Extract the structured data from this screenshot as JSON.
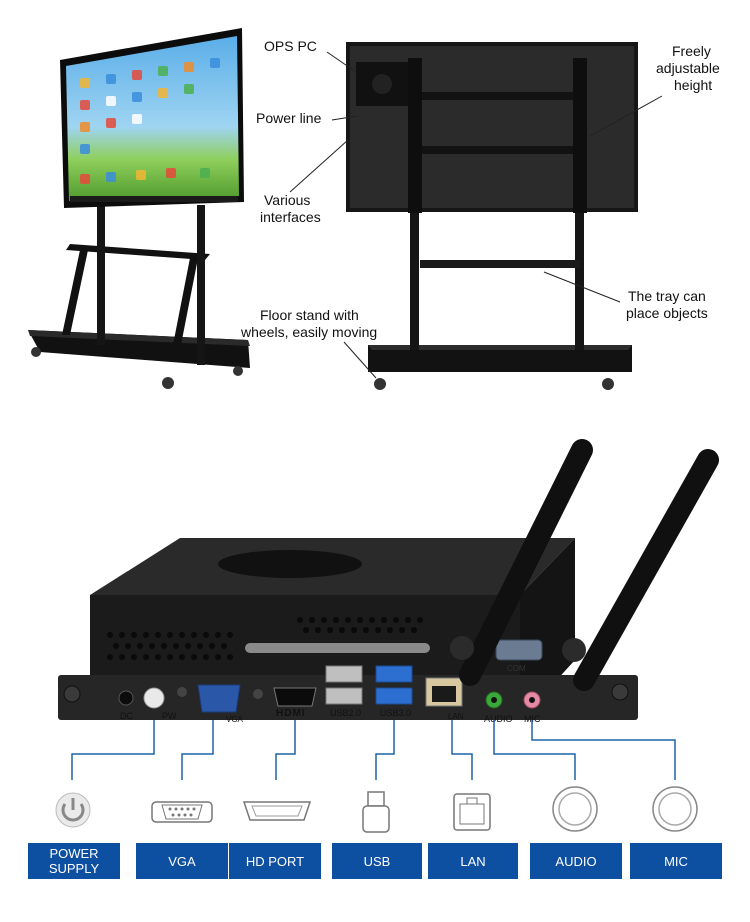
{
  "callouts": {
    "ops_pc": "OPS PC",
    "power_line": "Power line",
    "various_interfaces_1": "Various",
    "various_interfaces_2": "interfaces",
    "freely_1": "Freely",
    "freely_2": "adjustable",
    "freely_3": "height",
    "floor_1": "Floor stand with",
    "floor_2": "wheels, easily moving",
    "tray_1": "The tray can",
    "tray_2": "place objects"
  },
  "device_labels": {
    "dc": "DC",
    "pw": "PW",
    "vga": "VGA",
    "hdmi": "HDMI",
    "usb2": "USB2.0",
    "usb3": "USB3.0",
    "lan": "LAN",
    "audio": "AUDIO",
    "mic": "MIC",
    "com": "COM"
  },
  "ports": [
    {
      "label_1": "POWER",
      "label_2": "SUPPLY",
      "icon": "power-icon"
    },
    {
      "label_1": "VGA",
      "label_2": "",
      "icon": "vga-connector-icon"
    },
    {
      "label_1": "HD PORT",
      "label_2": "",
      "icon": "hdmi-connector-icon"
    },
    {
      "label_1": "USB",
      "label_2": "",
      "icon": "usb-connector-icon"
    },
    {
      "label_1": "LAN",
      "label_2": "",
      "icon": "lan-connector-icon"
    },
    {
      "label_1": "AUDIO",
      "label_2": "",
      "icon": "audio-jack-icon"
    },
    {
      "label_1": "MIC",
      "label_2": "",
      "icon": "mic-jack-icon"
    }
  ],
  "colors": {
    "accent_blue": "#0d4fa0",
    "leader_blue": "#1f63a8"
  }
}
